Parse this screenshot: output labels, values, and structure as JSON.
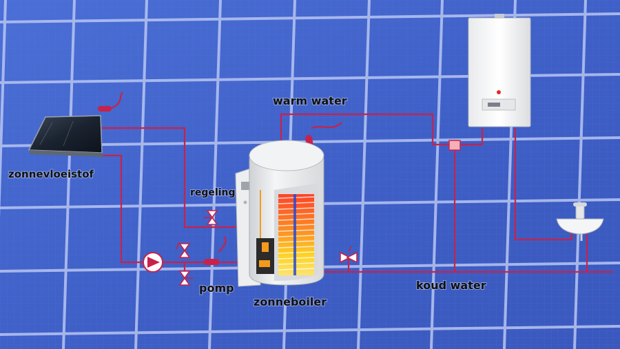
{
  "labels": {
    "collector": "zonnevloeistof",
    "regulation": "regeling",
    "pump": "pomp",
    "solar_boiler": "zonneboiler",
    "warm_water": "warm water",
    "cold_water": "koud water"
  },
  "icons": {
    "solar_panel": "solar-panel-icon",
    "solar_boiler": "solar-boiler-icon",
    "combi_heater": "wall-heater-icon",
    "pump": "pump-icon",
    "valve": "valve-icon",
    "sink": "sink-icon",
    "sensor": "temperature-sensor-icon"
  },
  "colors": {
    "background": "#3f63c9",
    "grid_lines": "#b9c6f2",
    "pipe": "#c8224a",
    "label_text": "#111111",
    "boiler_coil_hot": "#ff7a1a",
    "boiler_coil_warm": "#ffd21a",
    "boiler_coil_cold": "#2a4bd0"
  }
}
